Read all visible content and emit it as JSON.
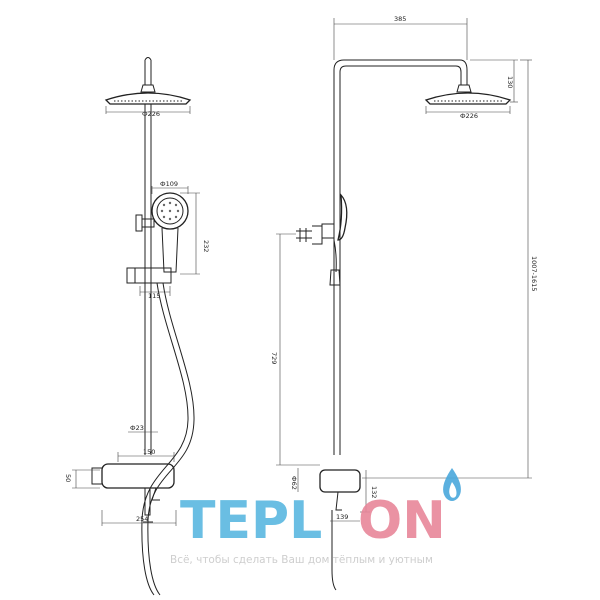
{
  "front_view": {
    "head_diameter": "Ф226",
    "hand_diameter": "Ф109",
    "hand_height": "232",
    "holder_offset": "115",
    "pipe_diameter": "Ф23",
    "mixer_width": "150",
    "mixer_height": "50",
    "spout_length": "254"
  },
  "side_view": {
    "arm_length": "385",
    "head_drop": "130",
    "head_diameter": "Ф226",
    "total_height": "1007-1615",
    "bar_height": "729",
    "inlet_spacing": "Ф62",
    "mixer_depth": "132",
    "mixer_offset": "139"
  },
  "watermark": {
    "brand_left": "TEPL",
    "brand_right": "ON",
    "slogan": "Всё, чтобы сделать Ваш дом тёплым и уютным",
    "colors": {
      "blue": "#5ab8e0",
      "pink": "#e8879a",
      "flame_blue": "#4aa8dc"
    }
  }
}
